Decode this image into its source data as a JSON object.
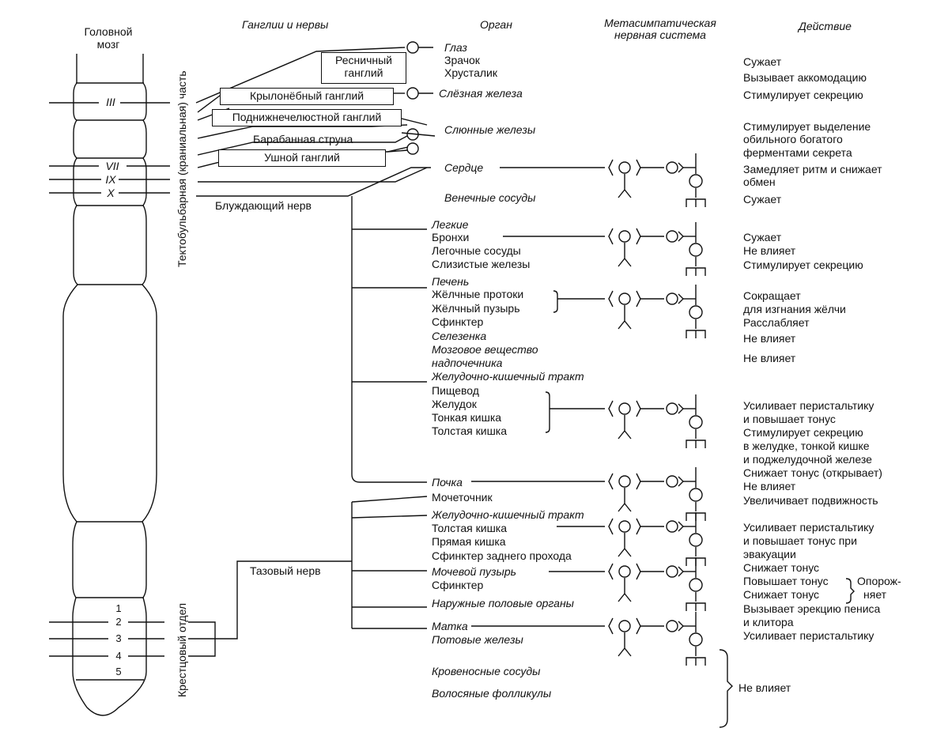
{
  "headers": {
    "brain": "Головной мозг",
    "ganglia": "Ганглии и нервы",
    "organ": "Орган",
    "meta": "Метасимпатическая нервная система",
    "action": "Действие"
  },
  "side_labels": {
    "cranial": "Тектобульбарная (краниальная) часть",
    "sacral": "Крестцовый отдел"
  },
  "segments": {
    "s3": "III",
    "s7": "VII",
    "s9": "IX",
    "s10": "X"
  },
  "sacral_numbers": [
    "1",
    "2",
    "3",
    "4",
    "5"
  ],
  "ganglia": {
    "ciliary": "Ресничный ганглий",
    "pterygo": "Крылонёбный ганглий",
    "submandibular": "Поднижнечелюстной ганглий",
    "chorda": "Барабанная струна",
    "otic": "Ушной ганглий",
    "vagus": "Блуждающий нерв",
    "pelvic": "Тазовый нерв"
  },
  "organs": {
    "eye": "Глаз",
    "pupil": "Зрачок",
    "lens": "Хрусталик",
    "lacrimal": "Слёзная железа",
    "salivary": "Слюнные железы",
    "heart": "Сердце",
    "coronary": "Венечные сосуды",
    "lungs": "Легкие",
    "bronchi": "Бронхи",
    "pulm_vessels": "Легочные сосуды",
    "mucous": "Слизистые железы",
    "liver": "Печень",
    "bile_ducts": "Жёлчные протоки",
    "gallbladder": "Жёлчный пузырь",
    "sphincter1": "Сфинктер",
    "spleen": "Селезенка",
    "adrenal1": "Мозговое вещество",
    "adrenal2": "надпочечника",
    "git1": "Желудочно-кишечный тракт",
    "esophagus": "Пищевод",
    "stomach": "Желудок",
    "small_int": "Тонкая кишка",
    "large_int1": "Толстая кишка",
    "kidney": "Почка",
    "ureter": "Мочеточник",
    "git2": "Желудочно-кишечный тракт",
    "large_int2": "Толстая кишка",
    "rectum": "Прямая кишка",
    "anal": "Сфинктер заднего прохода",
    "bladder": "Мочевой пузырь",
    "sphincter2": "Сфинктер",
    "genitals": "Наружные половые органы",
    "uterus": "Матка",
    "sweat": "Потовые железы",
    "blood_vessels": "Кровеносные сосуды",
    "hair": "Волосяные фолликулы"
  },
  "actions": {
    "a1": "Сужает",
    "a2": "Вызывает аккомодацию",
    "a3": "Стимулирует секрецию",
    "a4": "Стимулирует выделение",
    "a5": "обильного богатого",
    "a6": "ферментами секрета",
    "a7": "Замедляет ритм и снижает",
    "a8": "обмен",
    "a9": "Сужает",
    "a10": "Сужает",
    "a11": "Не влияет",
    "a12": "Стимулирует секрецию",
    "a13": "Сокращает",
    "a14": "для изгнания жёлчи",
    "a15": "Расслабляет",
    "a16": "Не влияет",
    "a17": "Не влияет",
    "a18": "Усиливает перистальтику",
    "a19": "и повышает тонус",
    "a20": "Стимулирует секрецию",
    "a21": "в желудке, тонкой кишке",
    "a22": "и поджелудочной железе",
    "a23": "Снижает тонус (открывает)",
    "a24": "Не влияет",
    "a25": "Увеличивает подвижность",
    "a26": "Усиливает перистальтику",
    "a27": "и повышает тонус при",
    "a28": "эвакуации",
    "a29": "Снижает тонус",
    "a30": "Повышает тонус",
    "a31": "Снижает тонус",
    "a32": "Опорож-",
    "a33": "няет",
    "a34": "Вызывает эрекцию пениса",
    "a35": "и клитора",
    "a36": "Усиливает перистальтику",
    "a37": "Не влияет"
  }
}
